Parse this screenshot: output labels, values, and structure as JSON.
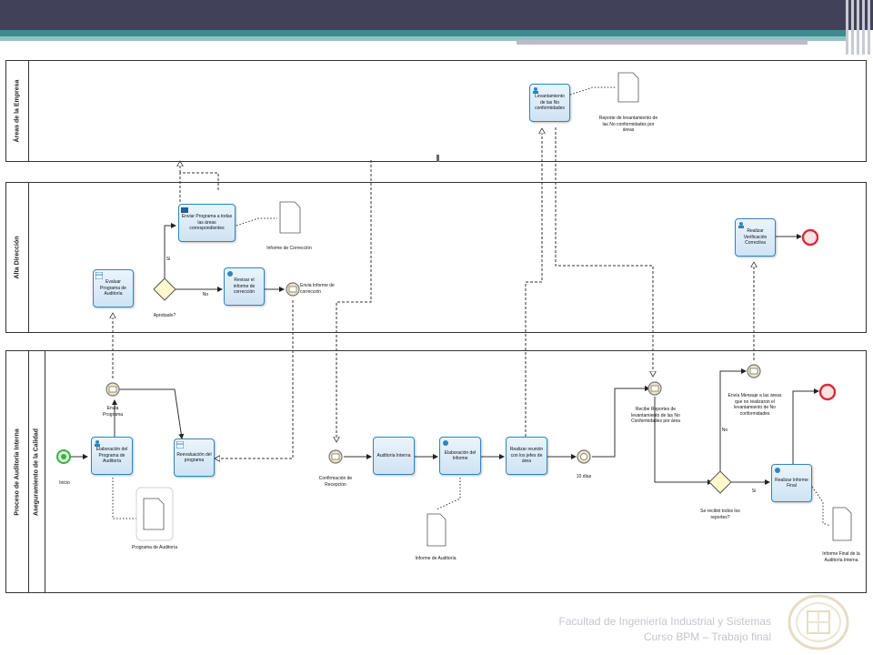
{
  "pools": {
    "areas": "Áreas de la Empresa",
    "direccion": "Alta Dirección",
    "proceso": "Proceso de Auditoría Interna",
    "lane": "Aseguramiento de la Calidad"
  },
  "tasks": {
    "levantamiento": "Levantamiento de las No conformidades",
    "enviar_programa": "Enviar Programa a todas las áreas correspondientes",
    "evaluar_programa": "Evaluar Programa de Auditoría",
    "revisar_informe": "Revisar el informe de corrección",
    "realizar_verificacion": "Realizar Verificación Correctiva",
    "elaboracion_programa": "Elaboración del Programa de Auditoría",
    "reevaluacion": "Reevaluación del programa",
    "auditoria_interna": "Auditoría Interna",
    "elaboracion_informe": "Elaboración del Informe",
    "realizar_reunion": "Realizar reunión con los jefes de área",
    "realizar_informe_final": "Realizar Informe Final"
  },
  "labels": {
    "reporte_levantamiento": "Reporte de levantamiento de las No conformidades por áreas",
    "informe_correccion": "Informe de Corrección",
    "aprobado": "Aprobado?",
    "si1": "Si",
    "no1": "No",
    "envia_informe": "Envia Informe de corrección",
    "envia_programa": "Envía Programa",
    "inicio": "Inicio",
    "programa_auditoria": "Programa de Auditoría",
    "confirmacion": "Confirmación de Recepción",
    "informe_auditoria": "Informe de Auditoría",
    "dias": "10 días",
    "recibe_reportes": "Recibe Reportes de levantamiento de las No Conformidades por área",
    "envia_mensaje": "Envía Mensaje a las áreas que no realizaron el levantamiento de No conformidades",
    "no2": "No",
    "si2": "Si",
    "se_recibio": "Se recibió todos los reportes?",
    "informe_final": "Informe Final de la Auditoría Interna"
  },
  "footer": {
    "line1": "Facultad de Ingeniería Industrial y Sistemas",
    "line2": "Curso BPM – Trabajo final"
  },
  "colors": {
    "topbar": "#41425a",
    "accent": "#3f8a8d",
    "task_border": "#2e86c1",
    "start_event": "#3cb043",
    "end_event": "#d62d3b"
  }
}
